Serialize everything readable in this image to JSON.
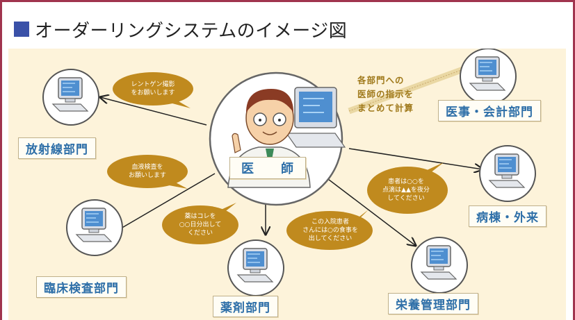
{
  "title": "オーダーリングシステムのイメージ図",
  "center": {
    "label": "医　　師"
  },
  "nodes": {
    "radiology": "放射線部門",
    "accounting": "医事・会計部門",
    "ward": "病棟・外来",
    "nutrition": "栄養管理部門",
    "pharmacy": "薬剤部門",
    "lab": "臨床検査部門"
  },
  "note": [
    "各部門への",
    "医師の指示を",
    "まとめて計算"
  ],
  "bubbles": {
    "xray": [
      "レントゲン撮影",
      "をお願いします"
    ],
    "blood": [
      "血液検査を",
      "お願いします"
    ],
    "medicine": [
      "薬はコレを",
      "○○日分出して",
      "ください"
    ],
    "meal": [
      "この入院患者",
      "さんには○の食事を",
      "出してください"
    ],
    "ward": [
      "患者は○○を",
      "点滴は▲▲を夜分",
      "してください"
    ]
  },
  "colors": {
    "frame": "#a0344e",
    "title_square": "#3a51a8",
    "background": "#fdf3da",
    "bubble": "#c08a1e",
    "label_text": "#2e6fa8"
  }
}
